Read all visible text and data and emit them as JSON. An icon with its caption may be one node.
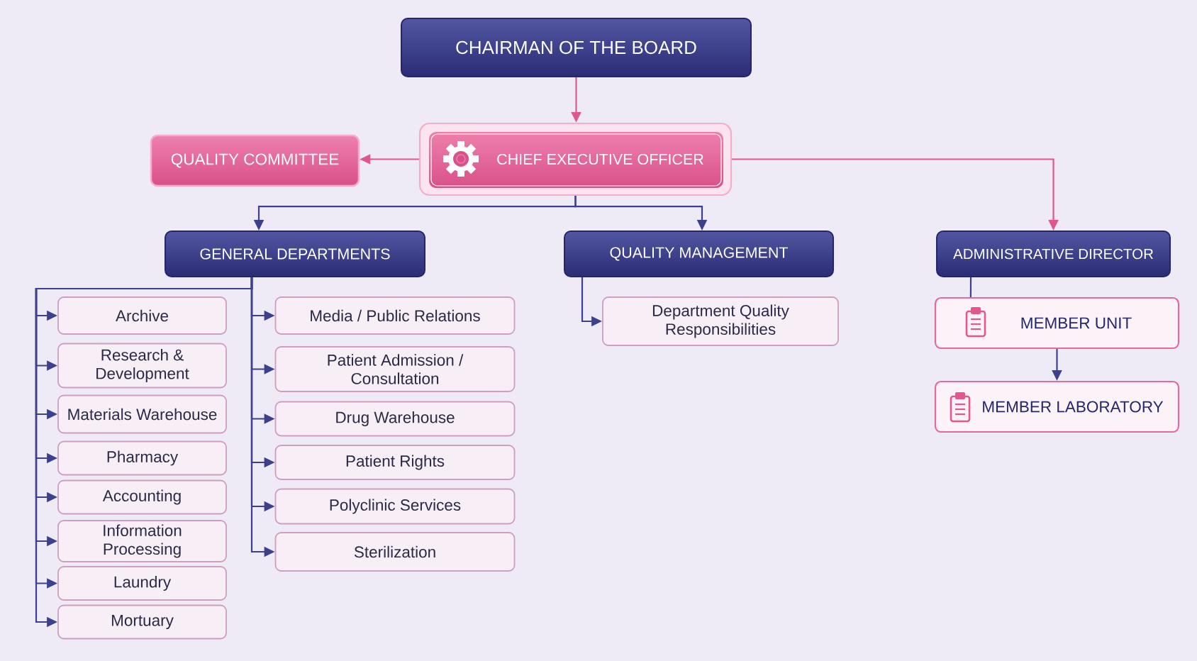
{
  "diagram": {
    "nodes": [
      {
        "text": [
          "CHAIRMAN OF THE BOARD"
        ]
      },
      {
        "text": [
          "QUALITY COMMITTEE"
        ]
      },
      {
        "text": [
          "CHIEF EXECUTIVE OFFICER"
        ]
      },
      {
        "text": [
          "GENERAL DEPARTMENTS"
        ]
      },
      {
        "text": [
          "QUALITY MANAGEMENT"
        ]
      },
      {
        "text": [
          "ADMINISTRATIVE DIRECTOR"
        ]
      },
      {
        "text": [
          "Archive"
        ]
      },
      {
        "text": [
          "Research & Development"
        ]
      },
      {
        "text": [
          "Materials Warehouse"
        ]
      },
      {
        "text": [
          "Pharmacy"
        ]
      },
      {
        "text": [
          "Accounting"
        ]
      },
      {
        "text": [
          "Information Processing"
        ]
      },
      {
        "text": [
          "Laundry"
        ]
      },
      {
        "text": [
          "Mortuary"
        ]
      },
      {
        "text": [
          "Media / Public Relations"
        ]
      },
      {
        "text": [
          "Patient Admission / Consultation"
        ]
      },
      {
        "text": [
          "Drug Warehouse"
        ]
      },
      {
        "text": [
          "Patient Rights"
        ]
      },
      {
        "text": [
          "Polyclinic Services"
        ]
      },
      {
        "text": [
          "Sterilization"
        ]
      },
      {
        "text": [
          "Department Quality Responsibilities"
        ]
      },
      {
        "text": [
          "MEMBER UNIT"
        ]
      },
      {
        "text": [
          "MEMBER LABORATORY"
        ]
      }
    ],
    "edges": [
      {
        "from": 0,
        "to": 2,
        "arrow": "to",
        "color": "#e0578c"
      },
      {
        "from": 2,
        "to": 1,
        "arrow": "to",
        "color": "#e0578c"
      },
      {
        "from": 2,
        "to": 3,
        "arrow": "to"
      },
      {
        "from": 2,
        "to": 4,
        "arrow": "to"
      },
      {
        "from": 2,
        "to": 5,
        "arrow": "to",
        "color": "#e0578c"
      },
      {
        "from": 3,
        "to": 6,
        "arrow": "to"
      },
      {
        "from": 3,
        "to": 7,
        "arrow": "to"
      },
      {
        "from": 3,
        "to": 8,
        "arrow": "to"
      },
      {
        "from": 3,
        "to": 9,
        "arrow": "to"
      },
      {
        "from": 3,
        "to": 10,
        "arrow": "to"
      },
      {
        "from": 3,
        "to": 11,
        "arrow": "to"
      },
      {
        "from": 3,
        "to": 12,
        "arrow": "to"
      },
      {
        "from": 3,
        "to": 13,
        "arrow": "to"
      },
      {
        "from": 3,
        "to": 14,
        "arrow": "to"
      },
      {
        "from": 3,
        "to": 15,
        "arrow": "to"
      },
      {
        "from": 3,
        "to": 16,
        "arrow": "to"
      },
      {
        "from": 3,
        "to": 17,
        "arrow": "to"
      },
      {
        "from": 3,
        "to": 18,
        "arrow": "to"
      },
      {
        "from": 3,
        "to": 19,
        "arrow": "to"
      },
      {
        "from": 4,
        "to": 20,
        "arrow": "to"
      },
      {
        "from": 5,
        "to": 21,
        "arrow": "none"
      },
      {
        "from": 21,
        "to": 22,
        "arrow": "to"
      }
    ]
  }
}
